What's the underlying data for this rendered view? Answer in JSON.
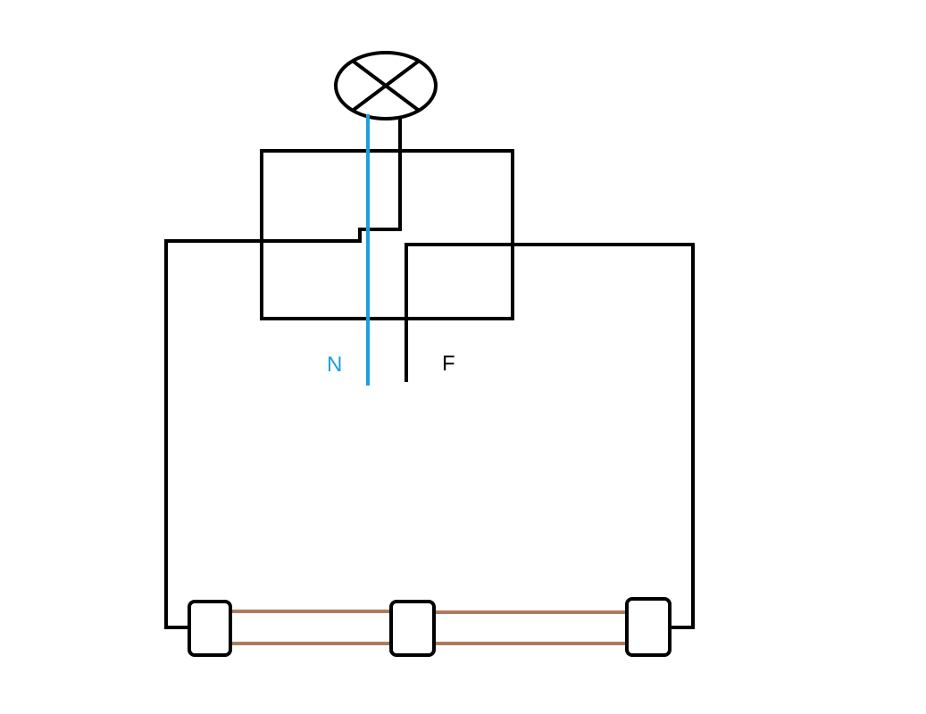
{
  "labels": {
    "neutral": "N",
    "phase": "F"
  },
  "colors": {
    "wire": "#000000",
    "neutral_wire": "#1e9fdc",
    "neutral_label": "#1e9fdc",
    "traveler_wires": "#b07a5a",
    "background": "#ffffff"
  },
  "components": {
    "lamp": "lamp-symbol",
    "junction_box": "junction-box",
    "switches": [
      "two-way-switch",
      "intermediate-switch",
      "two-way-switch"
    ]
  }
}
